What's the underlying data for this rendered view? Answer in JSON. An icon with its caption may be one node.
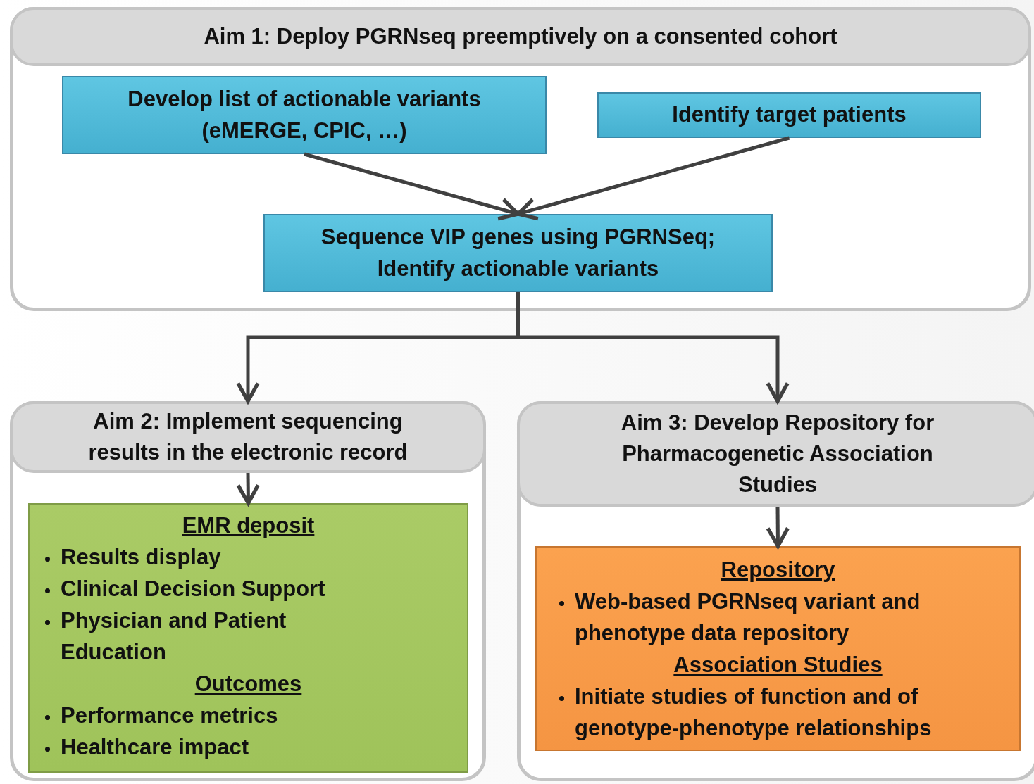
{
  "diagram": {
    "nodes": [
      {
        "text": [],
        "shape": "box"
      },
      {
        "text": [
          "Aim 1: Deploy PGRNseq preemptively on a consented cohort"
        ],
        "in": 0
      },
      {
        "text": [
          "Develop list of actionable variants (eMERGE, CPIC, …)"
        ],
        "in": 0
      },
      {
        "text": [
          "Identify target patients"
        ],
        "in": 0
      },
      {
        "text": [
          "Sequence VIP genes using PGRNSeq; Identify actionable variants"
        ],
        "in": 0
      },
      {
        "text": [],
        "shape": "box"
      },
      {
        "text": [
          "Aim 2: Implement sequencing results in the electronic record"
        ],
        "in": 5
      },
      {
        "text": [
          "EMR deposit",
          "Results display",
          "Clinical Decision Support",
          "Physician and Patient Education",
          "Outcomes",
          "Performance metrics",
          "Healthcare impact"
        ],
        "in": 5
      },
      {
        "text": [],
        "shape": "box"
      },
      {
        "text": [
          "Aim 3: Develop Repository for Pharmacogenetic Association Studies"
        ],
        "in": 8
      },
      {
        "text": [
          "Repository",
          "Web-based PGRNseq variant and phenotype data repository",
          "Association Studies",
          "Initiate studies of function and of genotype-phenotype relationships"
        ],
        "in": 8
      }
    ],
    "edges": [
      {
        "from": 2,
        "to": 4,
        "arrow": "to"
      },
      {
        "from": 3,
        "to": 4,
        "arrow": "to"
      },
      {
        "from": 4,
        "to": 6,
        "arrow": "to"
      },
      {
        "from": 4,
        "to": 9,
        "arrow": "to"
      },
      {
        "from": 6,
        "to": 7,
        "arrow": "to"
      },
      {
        "from": 9,
        "to": 10,
        "arrow": "to"
      }
    ]
  }
}
